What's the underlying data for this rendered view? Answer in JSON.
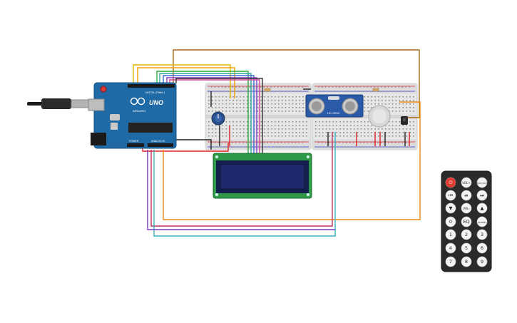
{
  "arduino": {
    "logo_text": "ARDUINO",
    "model_text": "UNO",
    "power_label": "POWER",
    "analog_label": "ANALOG IN",
    "digital_label": "DIGITAL (PWM~)"
  },
  "ultrasonic": {
    "model_text": "HC-SR04"
  },
  "remote": {
    "rows": [
      [
        "power",
        "VOL+",
        "FUNC/STOP"
      ],
      [
        "prev",
        "play",
        "next"
      ],
      [
        "down",
        "VOL-",
        "up"
      ],
      [
        "0",
        "EQ",
        "ST/REPT"
      ],
      [
        "1",
        "2",
        "3"
      ],
      [
        "4",
        "5",
        "6"
      ],
      [
        "7",
        "8",
        "9"
      ]
    ]
  },
  "colors": {
    "background": "#ffffff",
    "arduino_board": "#1f6aa5",
    "lcd_pcb": "#2e9a48",
    "lcd_screen": "#1c2a6b",
    "sensor_board": "#2a5aa8",
    "remote_body": "#2b2b2b",
    "power_button": "#e03a2f"
  }
}
